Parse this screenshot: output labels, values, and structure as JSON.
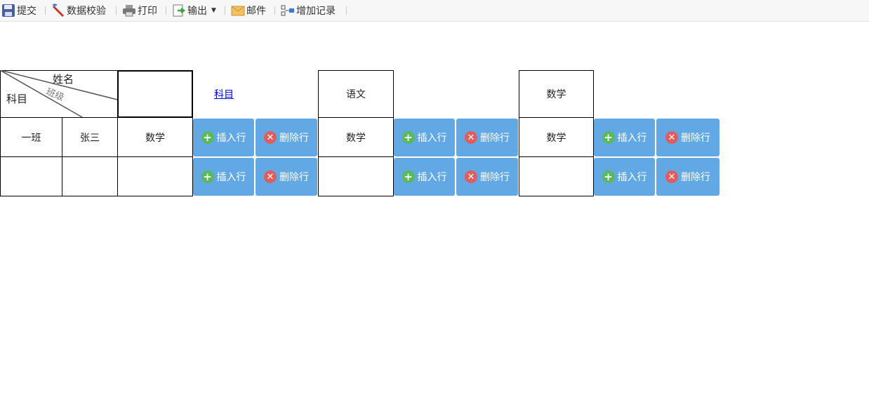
{
  "toolbar": {
    "submit": "提交",
    "validate": "数据校验",
    "print": "打印",
    "export": "输出",
    "mail": "邮件",
    "add_record": "增加记录"
  },
  "header": {
    "diag_name": "姓名",
    "diag_class": "班级",
    "diag_subject": "科目",
    "subject_link": "科目",
    "col_chinese": "语文",
    "col_math": "数学"
  },
  "rows": [
    {
      "class": "一班",
      "name": "张三",
      "subject": "数学",
      "subject2": "数学",
      "subject3": "数学"
    },
    {
      "class": "",
      "name": "",
      "subject": "",
      "subject2": "",
      "subject3": ""
    }
  ],
  "actions": {
    "insert": "插入行",
    "delete": "删除行"
  },
  "colors": {
    "button_bg": "#62a8e5",
    "insert_icon": "#5cb85c",
    "delete_icon": "#e05d5d",
    "link": "#0000ee"
  }
}
